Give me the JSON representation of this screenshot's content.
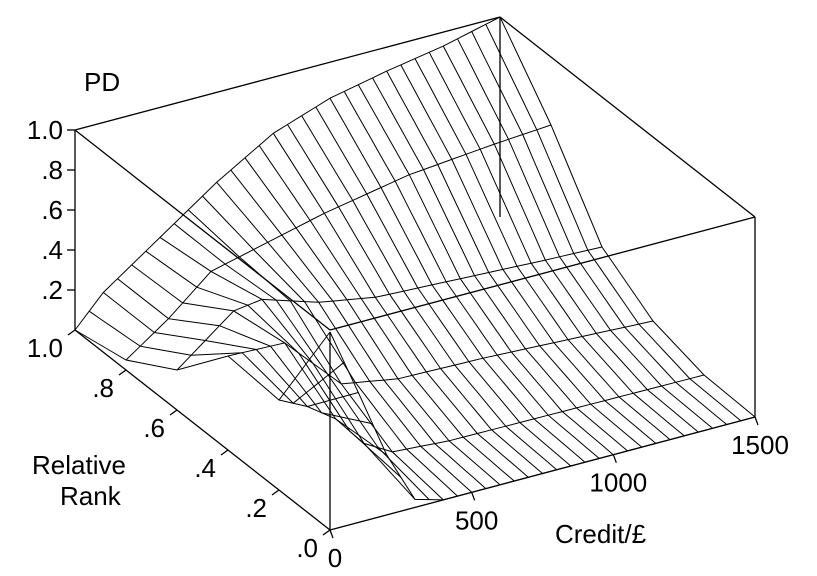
{
  "chart_data": {
    "type": "surface",
    "x": {
      "label": "Credit/£",
      "range": [
        0,
        1500
      ],
      "ticks": [
        0,
        500,
        1000,
        1500
      ],
      "tick_labels": [
        "0",
        "500",
        "1000",
        "1500"
      ]
    },
    "y": {
      "label": "Relative Rank",
      "label_lines": [
        "Relative",
        "Rank"
      ],
      "range": [
        0,
        1
      ],
      "ticks": [
        0,
        0.2,
        0.4,
        0.6,
        0.8,
        1.0
      ],
      "tick_labels": [
        ".0",
        ".2",
        ".4",
        ".6",
        ".8",
        "1.0"
      ]
    },
    "z": {
      "label": "PD",
      "range": [
        0,
        1
      ],
      "ticks": [
        0.2,
        0.4,
        0.6,
        0.8,
        1.0
      ],
      "tick_labels": [
        ".2",
        ".4",
        ".6",
        ".8",
        "1.0"
      ]
    },
    "grid": {
      "credit_step": 50,
      "rank_values": [
        0,
        0.2,
        0.4,
        0.6,
        0.8,
        1.0
      ]
    },
    "surface_rows": [
      {
        "rank": 0.0,
        "points": [
          [
            0,
            0.99
          ],
          [
            100,
            0.65
          ],
          [
            200,
            0.3
          ],
          [
            300,
            0.04
          ],
          [
            400,
            0.0
          ],
          [
            1500,
            0.0
          ]
        ]
      },
      {
        "rank": 0.2,
        "points": [
          [
            0,
            0.45
          ],
          [
            100,
            0.38
          ],
          [
            200,
            0.28
          ],
          [
            300,
            0.12
          ],
          [
            400,
            0.04
          ],
          [
            600,
            0.02
          ],
          [
            1500,
            0.01
          ]
        ]
      },
      {
        "rank": 0.4,
        "points": [
          [
            0,
            0.47
          ],
          [
            200,
            0.46
          ],
          [
            300,
            0.32
          ],
          [
            400,
            0.18
          ],
          [
            600,
            0.13
          ],
          [
            900,
            0.12
          ],
          [
            1200,
            0.1
          ],
          [
            1500,
            0.08
          ]
        ]
      },
      {
        "rank": 0.6,
        "points": [
          [
            0,
            0.2
          ],
          [
            200,
            0.42
          ],
          [
            300,
            0.44
          ],
          [
            500,
            0.35
          ],
          [
            700,
            0.3
          ],
          [
            1000,
            0.28
          ],
          [
            1300,
            0.26
          ],
          [
            1500,
            0.25
          ]
        ]
      },
      {
        "rank": 0.8,
        "points": [
          [
            0,
            0.05
          ],
          [
            150,
            0.2
          ],
          [
            300,
            0.38
          ],
          [
            500,
            0.45
          ],
          [
            700,
            0.52
          ],
          [
            1000,
            0.6
          ],
          [
            1300,
            0.64
          ],
          [
            1500,
            0.66
          ]
        ]
      },
      {
        "rank": 1.0,
        "points": [
          [
            0,
            0.0
          ],
          [
            100,
            0.15
          ],
          [
            300,
            0.35
          ],
          [
            500,
            0.55
          ],
          [
            700,
            0.72
          ],
          [
            900,
            0.82
          ],
          [
            1100,
            0.88
          ],
          [
            1300,
            0.93
          ],
          [
            1500,
            1.0
          ]
        ]
      }
    ]
  }
}
